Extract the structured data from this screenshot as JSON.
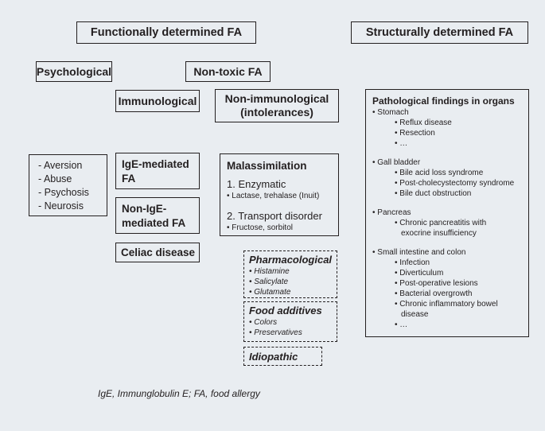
{
  "functional_header": "Functionally determined FA",
  "structural_header": "Structurally determined FA",
  "psychological": "Psychological",
  "nontoxic": "Non-toxic FA",
  "immunological": "Immunological",
  "nonimmunological": [
    "Non-immunological",
    "(intolerances)"
  ],
  "psych_items": [
    "- Aversion",
    "- Abuse",
    "- Psychosis",
    "- Neurosis"
  ],
  "ige_mediated": [
    "IgE-mediated",
    "FA"
  ],
  "non_ige_mediated": [
    "Non-IgE-",
    "mediated FA"
  ],
  "celiac": "Celiac disease",
  "malassimilation": {
    "title": "Malassimilation",
    "enzymatic": "1. Enzymatic",
    "enzymatic_examples": "Lactase, trehalase (Inuit)",
    "transport": "2. Transport disorder",
    "transport_examples": "Fructose, sorbitol"
  },
  "pharmacological": {
    "title": "Pharmacological",
    "items": [
      "Histamine",
      "Salicylate",
      "Glutamate"
    ]
  },
  "food_additives": {
    "title": "Food additives",
    "items": [
      "Colors",
      "Preservatives"
    ]
  },
  "idiopathic": "Idiopathic",
  "pathology": {
    "title": "Pathological findings in organs",
    "groups": [
      {
        "organ": "Stomach",
        "items": [
          "Reflux disease",
          "Resection",
          "…"
        ]
      },
      {
        "organ": "Gall bladder",
        "items": [
          "Bile acid loss syndrome",
          "Post-cholecystectomy syndrome",
          "Bile duct obstruction"
        ]
      },
      {
        "organ": "Pancreas",
        "items": [
          "Chronic pancreatitis with",
          "exocrine insufficiency"
        ]
      },
      {
        "organ": "Small intestine and colon",
        "items": [
          "Infection",
          "Diverticulum",
          "Post-operative lesions",
          "Bacterial overgrowth",
          "Chronic inflammatory bowel",
          "disease",
          "…"
        ]
      }
    ]
  },
  "footnote": "IgE, Immunglobulin E; FA, food allergy"
}
